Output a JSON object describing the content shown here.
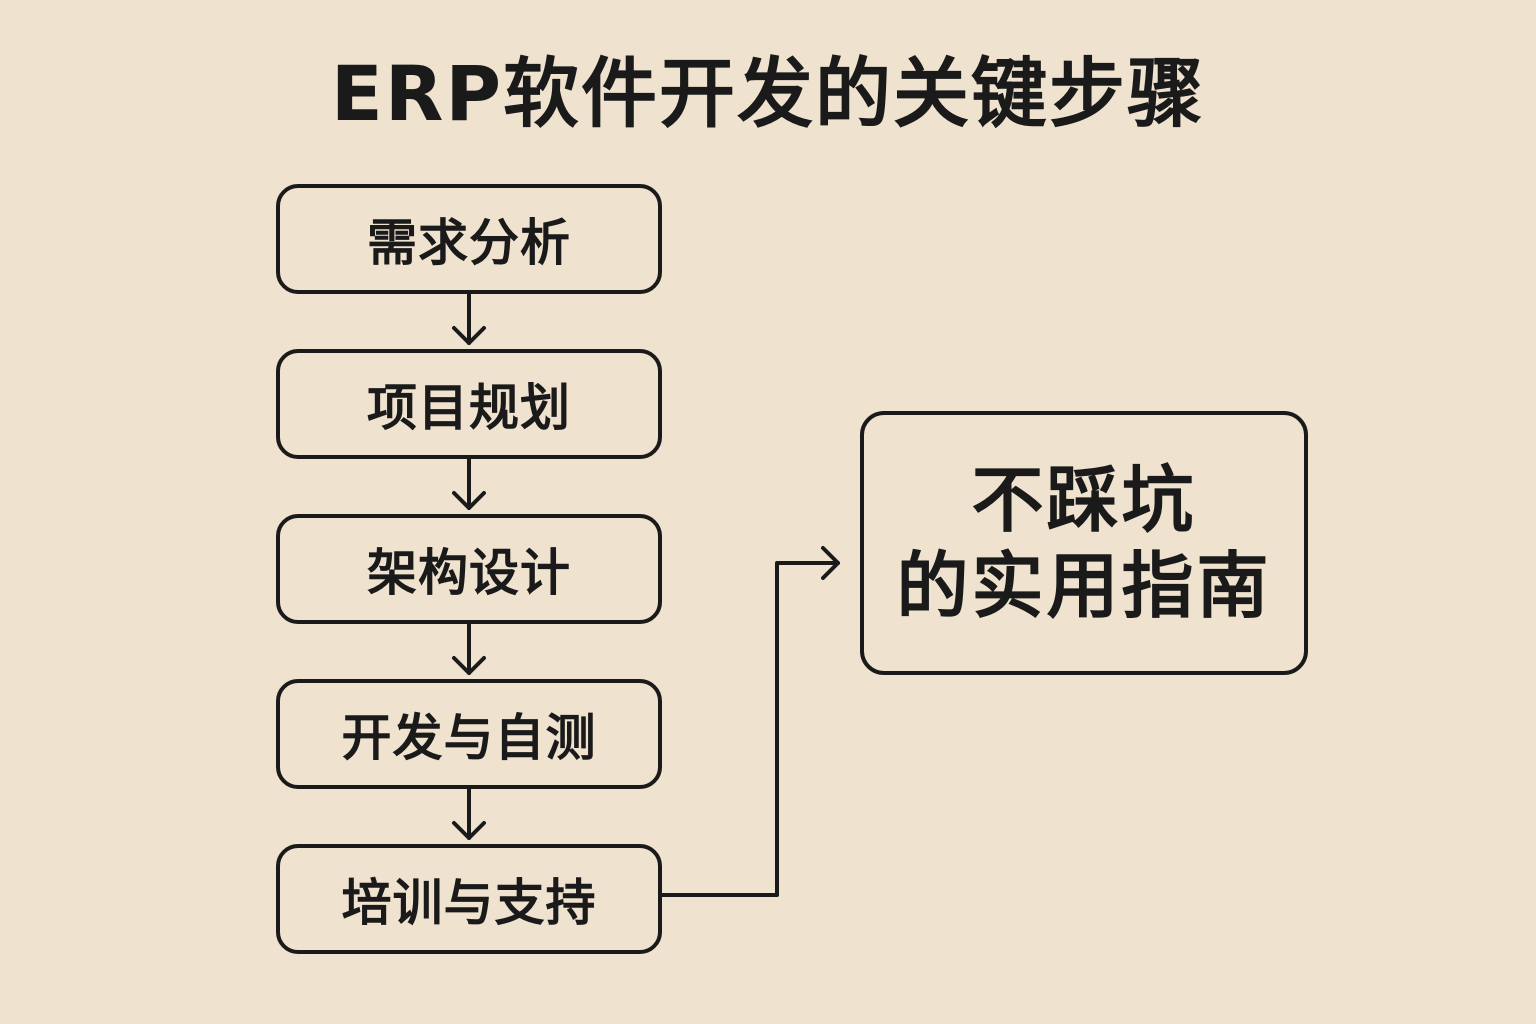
{
  "title": "ERP软件开发的关键步骤",
  "steps": [
    {
      "label": "需求分析"
    },
    {
      "label": "项目规划"
    },
    {
      "label": "架构设计"
    },
    {
      "label": "开发与自测"
    },
    {
      "label": "培训与支持"
    }
  ],
  "guide": {
    "line1": "不踩坑",
    "line2": "的实用指南"
  },
  "colors": {
    "background": "#efe2cf",
    "stroke": "#1a1a1a"
  }
}
